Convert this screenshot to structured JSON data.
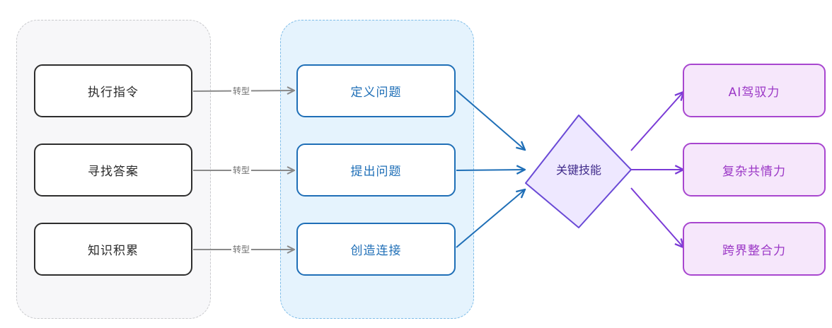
{
  "diagram": {
    "source_nodes": [
      {
        "label": "执行指令"
      },
      {
        "label": "寻找答案"
      },
      {
        "label": "知识积累"
      }
    ],
    "target_nodes": [
      {
        "label": "定义问题"
      },
      {
        "label": "提出问题"
      },
      {
        "label": "创造连接"
      }
    ],
    "transition_labels": [
      "转型",
      "转型",
      "转型"
    ],
    "hub": {
      "label": "关键技能"
    },
    "output_nodes": [
      {
        "label": "AI驾驭力"
      },
      {
        "label": "复杂共情力"
      },
      {
        "label": "跨界整合力"
      }
    ]
  },
  "colors": {
    "old_border": "#2e2e2e",
    "new_border": "#1f6fb7",
    "hub_border": "#6a4ad6",
    "hub_fill": "#eee8ff",
    "output_border": "#a846cf",
    "output_fill": "#f6e7fb",
    "left_group_fill": "#f7f7f9",
    "mid_group_fill": "#e5f3fd"
  }
}
